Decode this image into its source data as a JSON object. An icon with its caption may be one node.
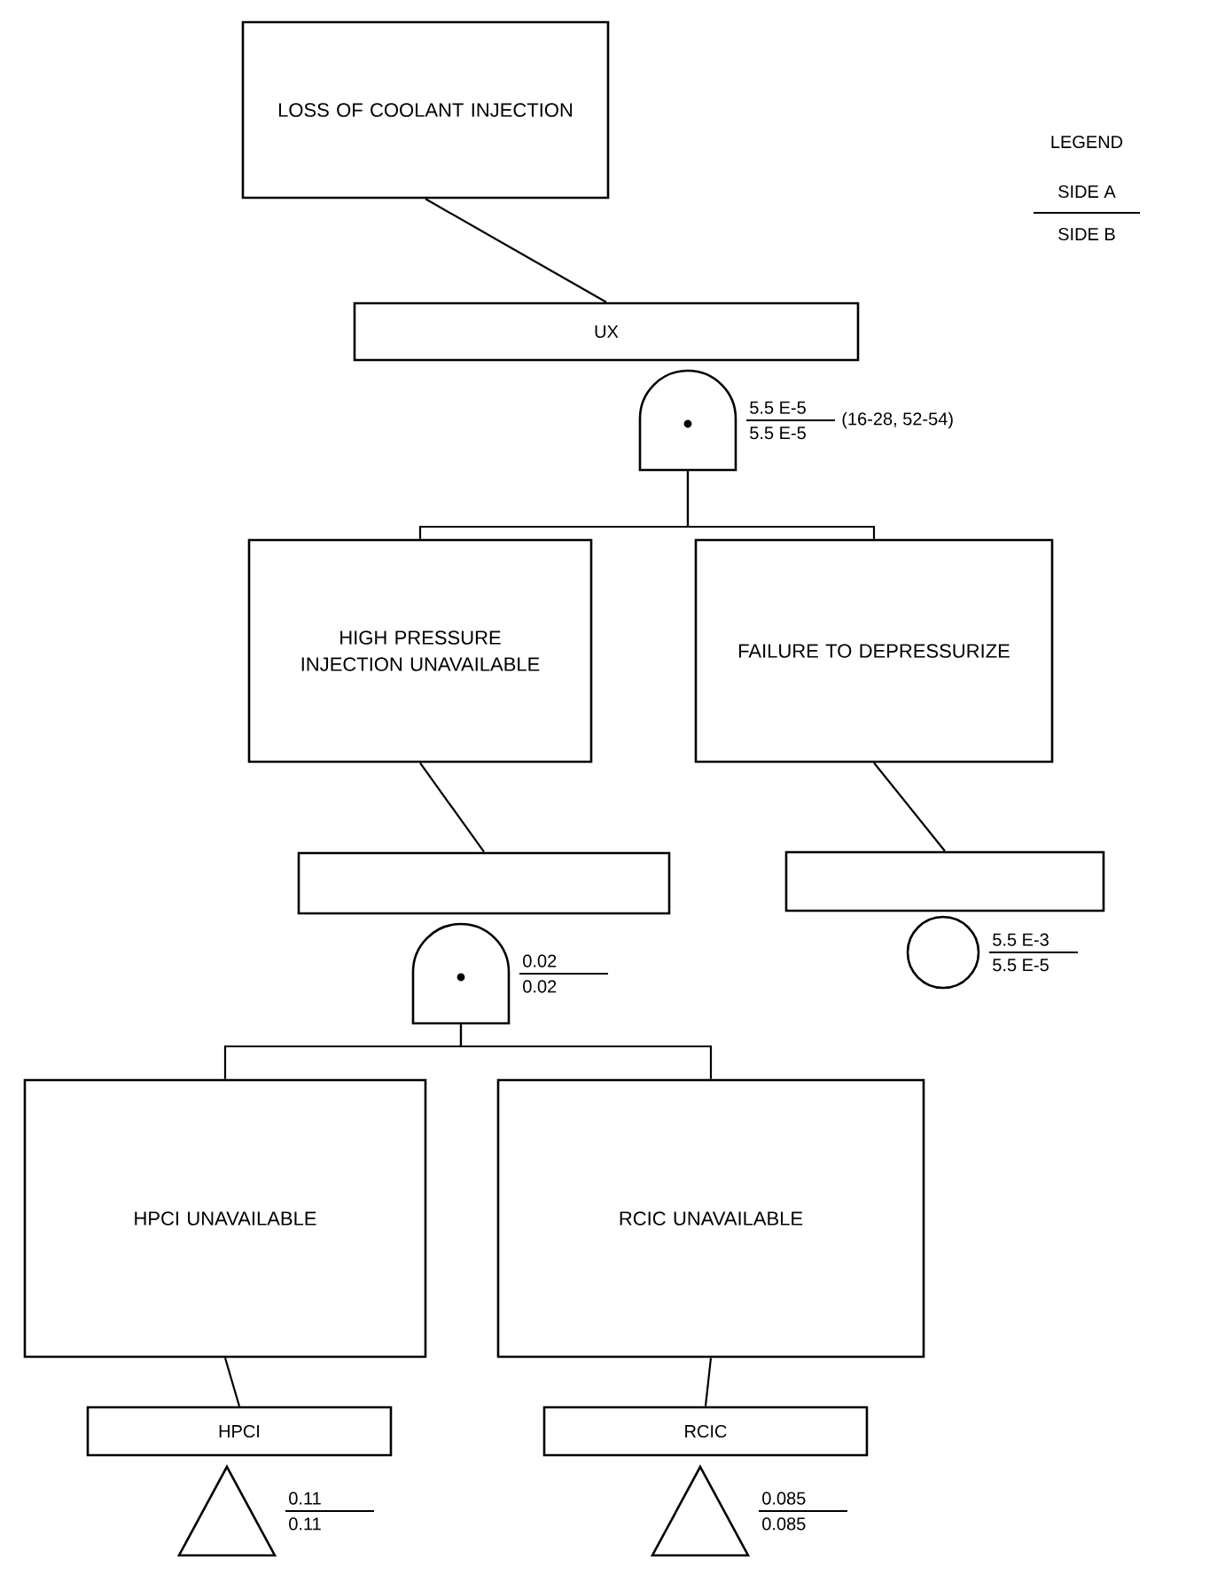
{
  "diagram": {
    "nodes": [
      {
        "text": [
          "LOSS OF COOLANT INJECTION"
        ]
      },
      {
        "text": [
          "UX"
        ]
      },
      {
        "text": [],
        "shape": "gate",
        "beside": [
          "5.5 E-5",
          "5.5 E-5",
          "(16-28, 52-54)"
        ]
      },
      {
        "text": [
          "HIGH PRESSURE INJECTION UNAVAILABLE"
        ]
      },
      {
        "text": [
          "FAILURE TO DEPRESSURIZE"
        ]
      },
      {
        "text": [],
        "shape": "box"
      },
      {
        "text": [],
        "shape": "gate",
        "beside": [
          "0.02",
          "0.02"
        ]
      },
      {
        "text": [],
        "shape": "box"
      },
      {
        "text": [],
        "shape": "circle",
        "beside": [
          "5.5 E-3",
          "5.5 E-5"
        ]
      },
      {
        "text": [
          "HPCI UNAVAILABLE"
        ]
      },
      {
        "text": [
          "RCIC UNAVAILABLE"
        ]
      },
      {
        "text": [
          "HPCI"
        ]
      },
      {
        "text": [],
        "shape": "triangle",
        "beside": [
          "0.11",
          "0.11"
        ]
      },
      {
        "text": [
          "RCIC"
        ]
      },
      {
        "text": [],
        "shape": "triangle",
        "beside": [
          "0.085",
          "0.085"
        ]
      }
    ],
    "edges": [
      {
        "from": 0,
        "to": 1,
        "arrow": "none"
      },
      {
        "from": 2,
        "to": 3,
        "arrow": "none"
      },
      {
        "from": 2,
        "to": 4,
        "arrow": "none"
      },
      {
        "from": 3,
        "to": 5,
        "arrow": "none"
      },
      {
        "from": 4,
        "to": 7,
        "arrow": "none"
      },
      {
        "from": 6,
        "to": 9,
        "arrow": "none"
      },
      {
        "from": 6,
        "to": 10,
        "arrow": "none"
      },
      {
        "from": 9,
        "to": 11,
        "arrow": "none"
      },
      {
        "from": 10,
        "to": 13,
        "arrow": "none"
      }
    ],
    "labels": [
      "LEGEND",
      "SIDE A",
      "SIDE B"
    ]
  }
}
